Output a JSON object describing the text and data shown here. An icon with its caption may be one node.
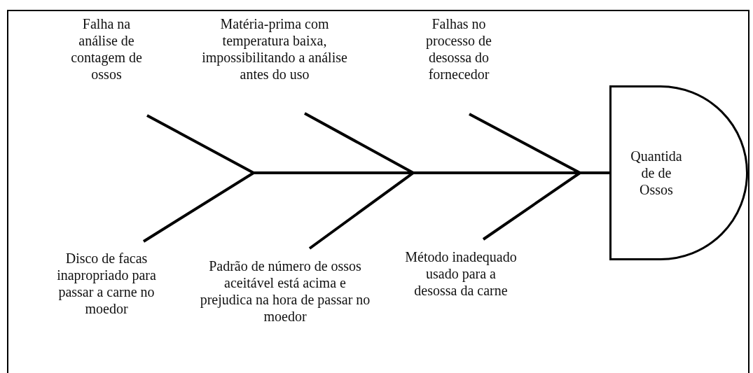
{
  "diagram": {
    "nodes": [
      {
        "text": [
          "Falha na análise de contagem de ossos"
        ]
      },
      {
        "text": [
          "Matéria-prima com temperatura baixa, impossibilitando a análise antes do uso"
        ]
      },
      {
        "text": [
          "Falhas no processo de desossa do fornecedor"
        ]
      },
      {
        "text": [
          "Quantida de de Ossos"
        ]
      },
      {
        "text": [
          "Disco de facas inapropriado para passar a carne no moedor"
        ]
      },
      {
        "text": [
          "Padrão de número de ossos aceitável está acima e prejudica na hora de passar no moedor"
        ]
      },
      {
        "text": [
          "Método inadequado usado para a desossa da carne"
        ]
      }
    ],
    "edges": [
      {
        "from": 0,
        "to": 3,
        "arrow": "none"
      },
      {
        "from": 1,
        "to": 3,
        "arrow": "none"
      },
      {
        "from": 2,
        "to": 3,
        "arrow": "none"
      },
      {
        "from": 4,
        "to": 3,
        "arrow": "none"
      },
      {
        "from": 5,
        "to": 3,
        "arrow": "none"
      },
      {
        "from": 6,
        "to": 3,
        "arrow": "none"
      }
    ]
  }
}
